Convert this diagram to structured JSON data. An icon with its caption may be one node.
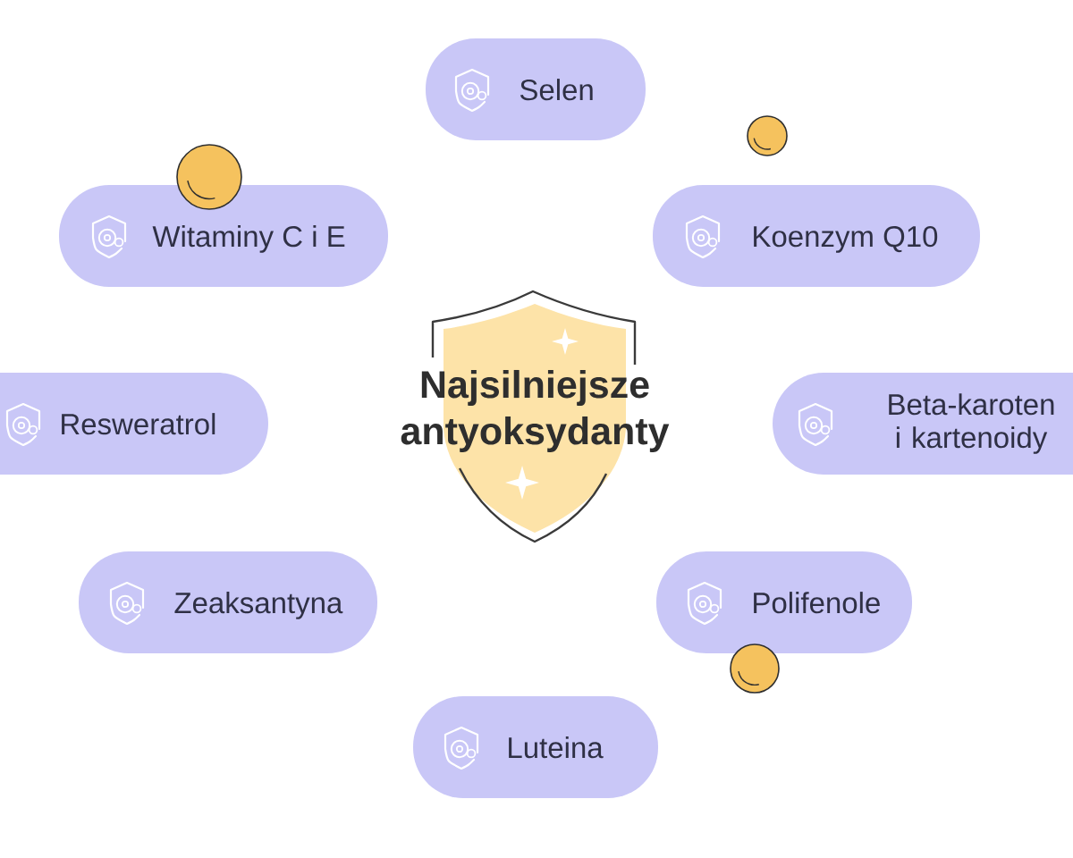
{
  "diagram": {
    "nodes": [
      {
        "text": [
          "Najsilniejsze antyoksydanty"
        ]
      },
      {
        "text": [
          "Selen"
        ]
      },
      {
        "text": [
          "Witaminy C i E"
        ]
      },
      {
        "text": [
          "Koenzym Q10"
        ]
      },
      {
        "text": [
          "Resweratrol"
        ]
      },
      {
        "text": [
          "Beta-karoten i kartenoidy"
        ]
      },
      {
        "text": [
          "Zeaksantyna"
        ]
      },
      {
        "text": [
          "Polifenole"
        ]
      },
      {
        "text": [
          "Luteina"
        ]
      }
    ]
  }
}
